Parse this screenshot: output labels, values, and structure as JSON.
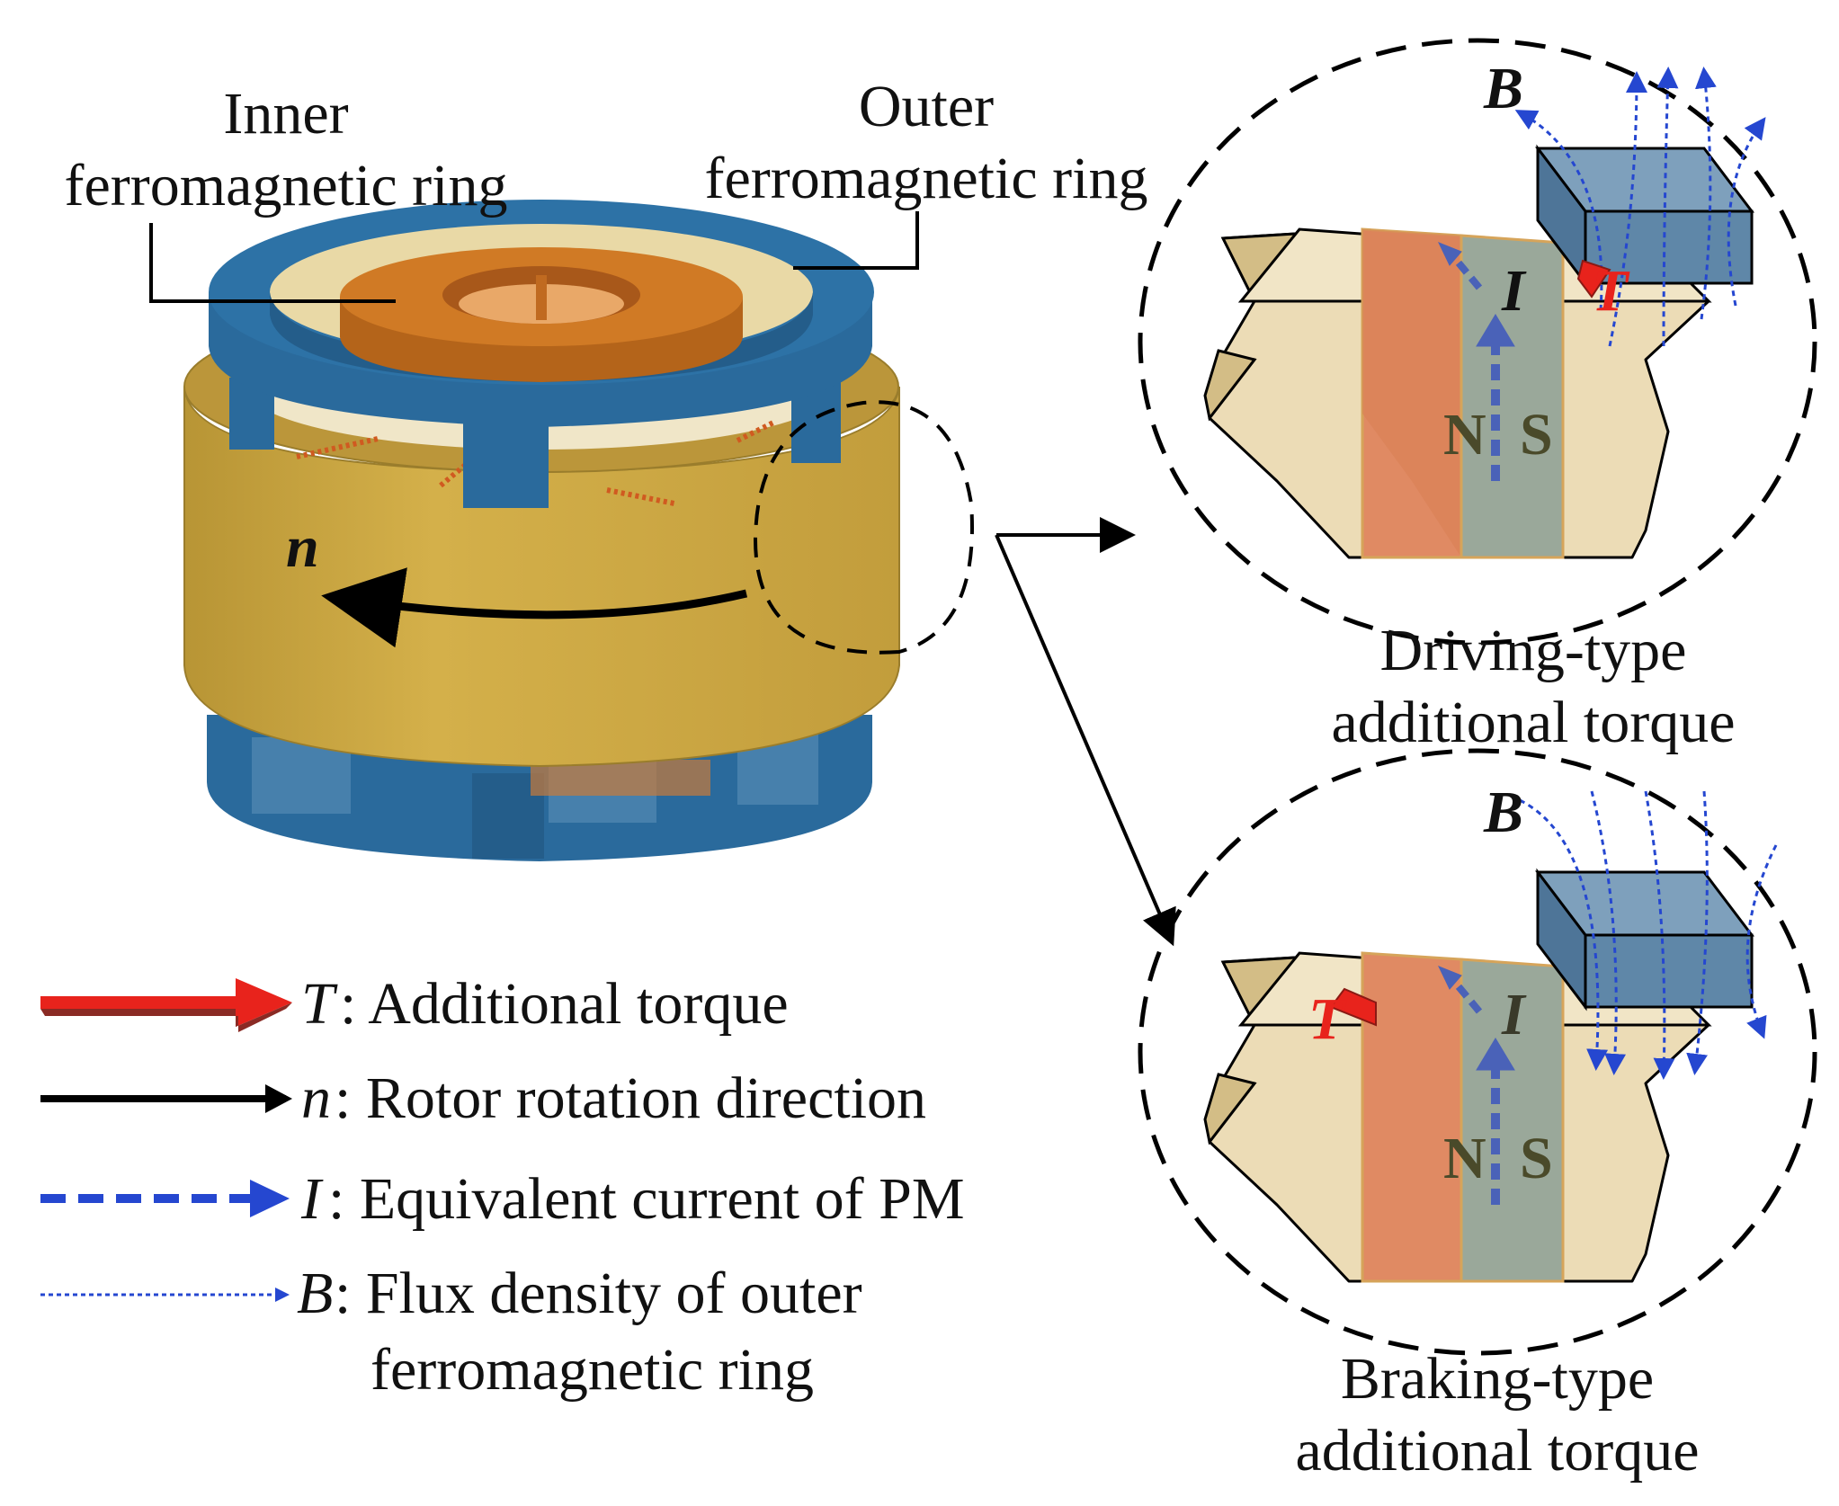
{
  "labels": {
    "inner_ring_line1": "Inner",
    "inner_ring_line2": "ferromagnetic ring",
    "outer_ring_line1": "Outer",
    "outer_ring_line2": "ferromagnetic ring",
    "rotation_symbol": "n",
    "driving_line1": "Driving-type",
    "driving_line2": "additional torque",
    "braking_line1": "Braking-type",
    "braking_line2": "additional torque"
  },
  "detail": {
    "flux_symbol": "B",
    "current_symbol": "I",
    "torque_symbol": "T",
    "north_pole": "N",
    "south_pole": "S"
  },
  "legend": {
    "torque_symbol": "T",
    "torque_text": ": Additional torque",
    "rotation_symbol": "n",
    "rotation_text": ": Rotor rotation direction",
    "current_symbol": "I",
    "current_text": ": Equivalent current of PM",
    "flux_symbol": "B",
    "flux_text_line1": ": Flux density of outer",
    "flux_text_line2": "ferromagnetic ring"
  },
  "colors": {
    "blue_ring": "#2a6a9c",
    "orange_ring": "#c7721f",
    "gold_rotor": "#c9a440",
    "magnet_red": "#e08a63",
    "magnet_grey": "#9aa89a",
    "core_beige": "#ecdcb6",
    "torque_red": "#e8231c",
    "current_blue": "#4a62b8",
    "flux_blue": "#2547d0",
    "block_blue": "#5f87a8"
  }
}
